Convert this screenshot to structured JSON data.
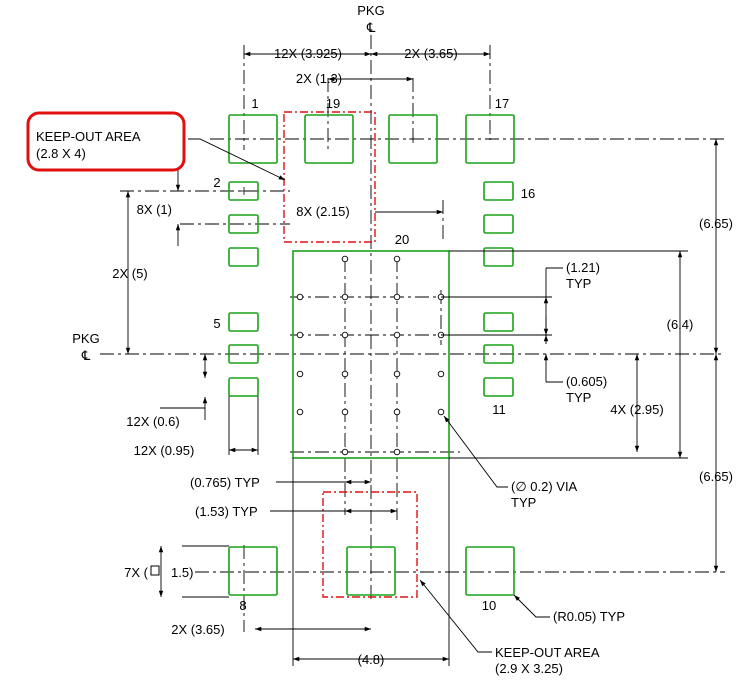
{
  "labels": {
    "pkg_top": "PKG",
    "pkg_left": "PKG",
    "cl_symbol": "℄",
    "dim_12x_3925": "12X (3.925)",
    "dim_2x_365_top": "2X (3.65)",
    "dim_2x_13": "2X (1.3)",
    "keepout_top_title": "KEEP-OUT AREA",
    "keepout_top_size": "(2.8 X 4)",
    "dim_8x_1": "8X (1)",
    "dim_8x_215": "8X (2.15)",
    "dim_2x_5": "2X (5)",
    "dim_121": "(1.21)",
    "typ_1": "TYP",
    "dim_665_top": "(6.65)",
    "dim_64": "(6.4)",
    "dim_0605": "(0.605)",
    "typ_2": "TYP",
    "dim_4x_295": "4X (2.95)",
    "dim_665_bottom": "(6.65)",
    "dim_12x_06": "12X (0.6)",
    "dim_12x_095": "12X (0.95)",
    "dim_0765": "(0.765) TYP",
    "dim_153": "(1.53) TYP",
    "via_label": "(∅ 0.2) VIA",
    "typ_3": "TYP",
    "dim_7x_15_prefix": "7X (",
    "dim_7x_15_value": "1.5)",
    "dim_2x_365_bottom": "2X (3.65)",
    "dim_r005": "(R0.05) TYP",
    "dim_48": "(4.8)",
    "keepout_bottom_title": "KEEP-OUT AREA",
    "keepout_bottom_size": "(2.9 X 3.25)"
  },
  "pins": {
    "p1": "1",
    "p2": "2",
    "p5": "5",
    "p8": "8",
    "p10": "10",
    "p11": "11",
    "p16": "16",
    "p17": "17",
    "p19": "19",
    "p20": "20"
  },
  "colors": {
    "pad": "#19a319",
    "keepout": "#e01010",
    "highlight": "#e01010",
    "line": "#000000"
  }
}
